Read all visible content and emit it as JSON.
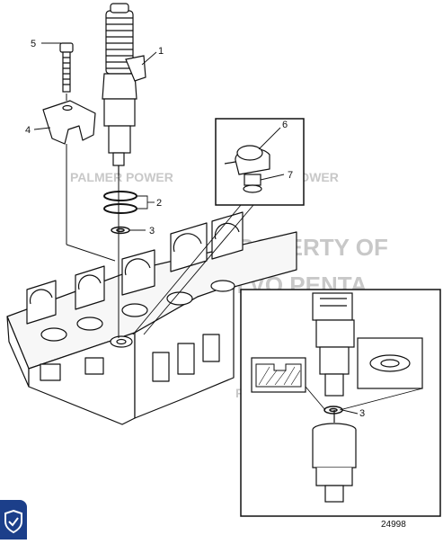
{
  "callouts": [
    "1",
    "2",
    "3",
    "4",
    "5",
    "6",
    "7",
    "3"
  ],
  "watermarks": {
    "palmer_power": "PALMER POWER",
    "property_of": "PROPERTY OF",
    "volvo_penta": "VOLVO PENTA"
  },
  "part_number": "24998",
  "icons": {
    "badge": "shield-check-icon"
  },
  "colors": {
    "line": "#111111",
    "watermark": "#c8c8c8",
    "badge": "#1c3f8a"
  }
}
